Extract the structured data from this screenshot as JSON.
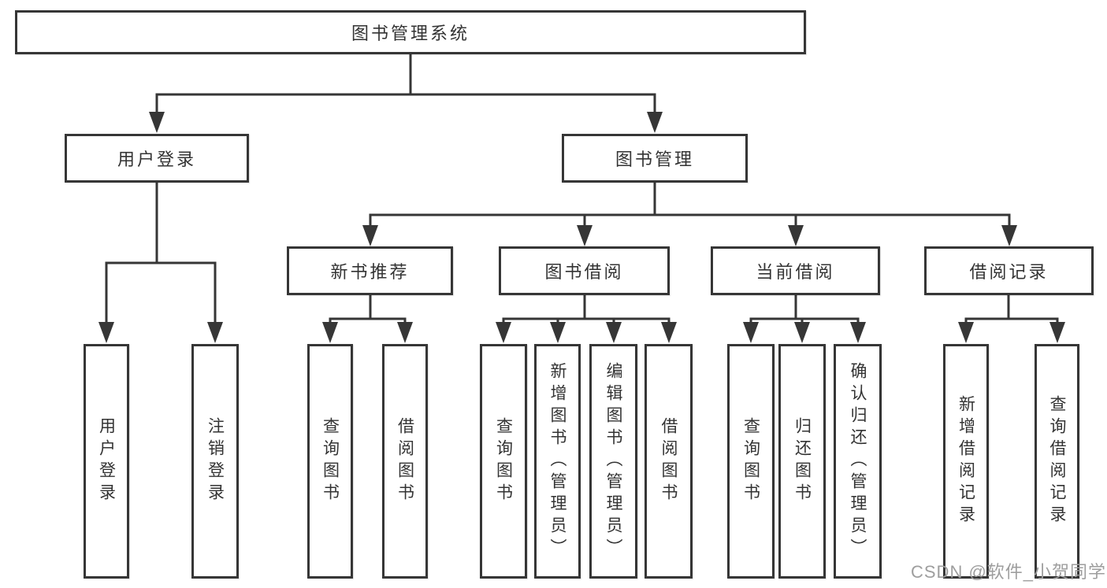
{
  "tree": {
    "label": "图书管理系统",
    "children": [
      {
        "label": "用户登录",
        "children": [
          {
            "label": "用户登录"
          },
          {
            "label": "注销登录"
          }
        ]
      },
      {
        "label": "图书管理",
        "children": [
          {
            "label": "新书推荐",
            "children": [
              {
                "label": "查询图书"
              },
              {
                "label": "借阅图书"
              }
            ]
          },
          {
            "label": "图书借阅",
            "children": [
              {
                "label": "查询图书"
              },
              {
                "label": "新增图书（管理员）"
              },
              {
                "label": "编辑图书（管理员）"
              },
              {
                "label": "借阅图书"
              }
            ]
          },
          {
            "label": "当前借阅",
            "children": [
              {
                "label": "查询图书"
              },
              {
                "label": "归还图书"
              },
              {
                "label": "确认归还（管理员）"
              }
            ]
          },
          {
            "label": "借阅记录",
            "children": [
              {
                "label": "新增借阅记录"
              },
              {
                "label": "查询借阅记录"
              }
            ]
          }
        ]
      }
    ]
  },
  "watermark": "CSDN @软件_小贺同学",
  "colors": {
    "line": "#363636",
    "text": "#333333",
    "watermark": "#9e9e9e",
    "background": "#ffffff"
  }
}
